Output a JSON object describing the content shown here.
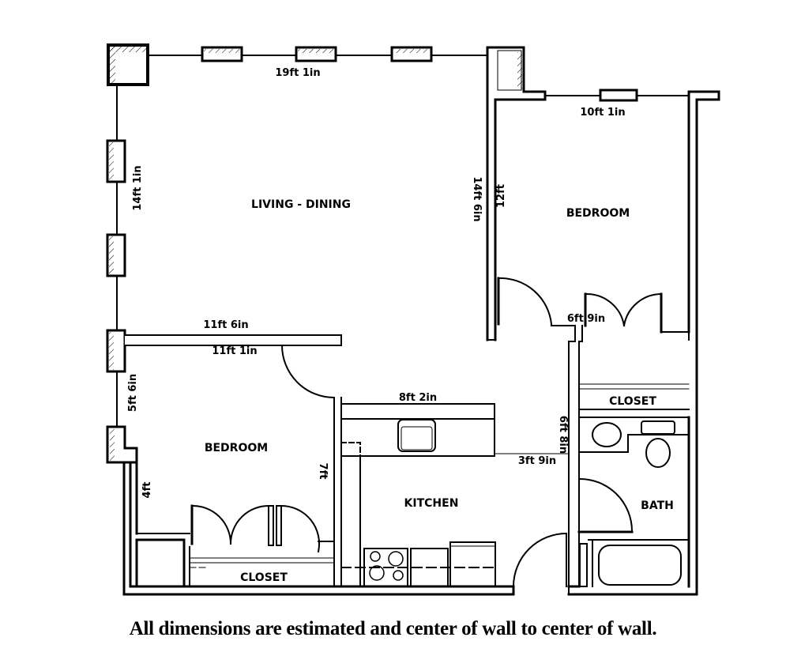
{
  "rooms": {
    "living_dining": "LIVING - DINING",
    "bedroom_right": "BEDROOM",
    "bedroom_left": "BEDROOM",
    "kitchen": "KITCHEN",
    "bath": "BATH",
    "closet_right": "CLOSET",
    "closet_left": "CLOSET"
  },
  "dimensions": {
    "living_width": "19ft 1in",
    "living_height": "14ft 1in",
    "bedroom_right_width": "10ft 1in",
    "bedroom_right_wall": "14ft 6in",
    "bedroom_right_depth": "12ft",
    "closet_right_width": "6ft 9in",
    "hall_height": "6ft 8in",
    "hall_width": "3ft 9in",
    "bedroom_left_outer": "11ft 6in",
    "bedroom_left_inner": "11ft 1in",
    "bedroom_left_window": "5ft 6in",
    "bedroom_left_side": "4ft",
    "bedroom_left_depth": "7ft",
    "kitchen_counter": "8ft 2in"
  },
  "footer_note": "All dimensions are estimated and center of wall to center of wall."
}
